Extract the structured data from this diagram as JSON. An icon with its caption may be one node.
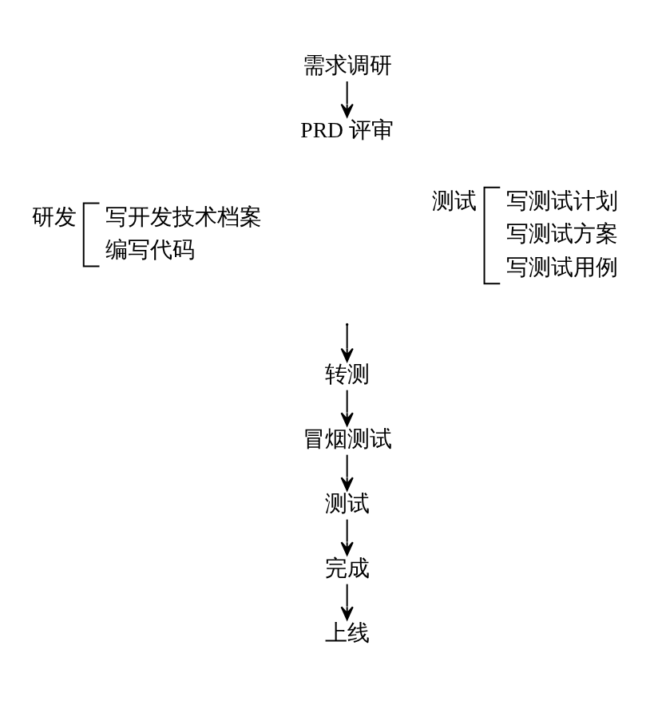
{
  "diagram": {
    "nodes": [
      {
        "text": [
          "需求调研"
        ]
      },
      {
        "text": [
          "PRD 评审"
        ]
      },
      {
        "text": [
          "转测"
        ]
      },
      {
        "text": [
          "冒烟测试"
        ]
      },
      {
        "text": [
          "测试"
        ]
      },
      {
        "text": [
          "完成"
        ]
      },
      {
        "text": [
          "上线"
        ]
      }
    ],
    "edges": [
      {
        "from": 0,
        "to": 1,
        "arrow": "to"
      },
      {
        "from": null,
        "to": 2,
        "arrow": "to"
      },
      {
        "from": 2,
        "to": 3,
        "arrow": "to"
      },
      {
        "from": 3,
        "to": 4,
        "arrow": "to"
      },
      {
        "from": 4,
        "to": 5,
        "arrow": "to"
      },
      {
        "from": 5,
        "to": 6,
        "arrow": "to"
      }
    ],
    "labels": [
      "研发",
      "写开发技术档案",
      "编写代码",
      "测试",
      "写测试计划",
      "写测试方案",
      "写测试用例"
    ]
  }
}
